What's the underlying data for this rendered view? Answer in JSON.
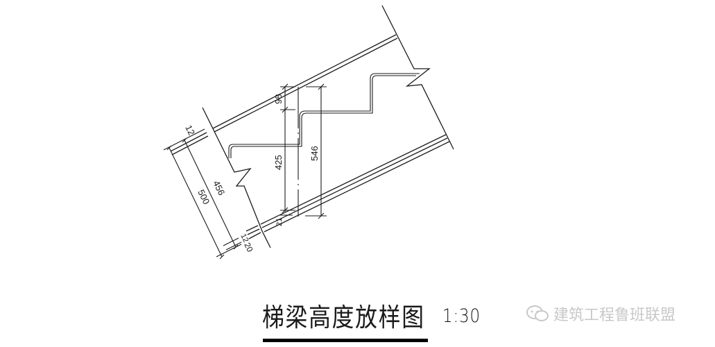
{
  "drawing": {
    "title": "梯梁高度放样图",
    "scale": "1:30",
    "dimensions": {
      "left_outer": "500",
      "left_inner": "456",
      "left_top_offset": "12",
      "left_bottom_offset_a": "12",
      "left_bottom_offset_b": "20",
      "mid_top": "98",
      "mid_main": "425",
      "mid_bottom": "21",
      "right_total": "546"
    },
    "line_color": "#1a1a1a"
  },
  "watermark": {
    "text": "建筑工程鲁班联盟",
    "icon": "wechat-icon",
    "color": "#c8c8c8"
  }
}
